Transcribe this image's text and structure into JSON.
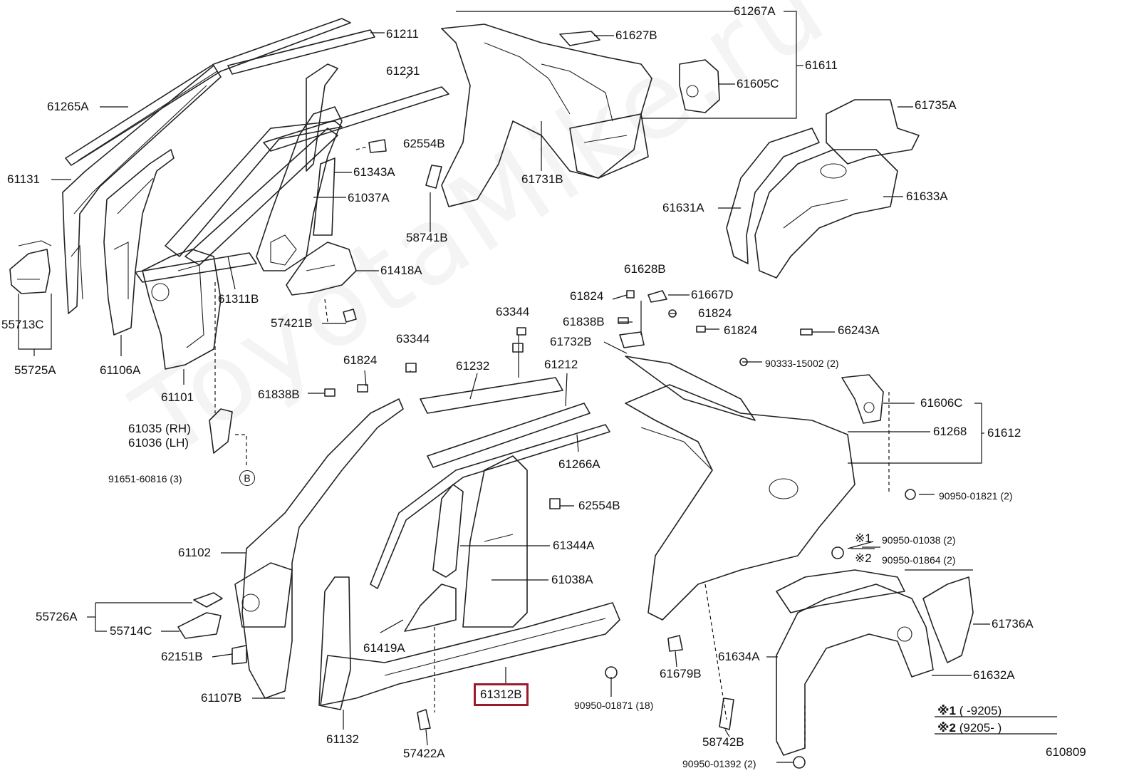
{
  "watermark": "ToyotaMike.ru",
  "labels": {
    "l61267A": "61267A",
    "l61211": "61211",
    "l61627B": "61627B",
    "l61611": "61611",
    "l61605C": "61605C",
    "l61735A": "61735A",
    "l61265A": "61265A",
    "l61231": "61231",
    "l62554B_top": "62554B",
    "l61131": "61131",
    "l61343A": "61343A",
    "l61037A": "61037A",
    "l61731B": "61731B",
    "l61633A": "61633A",
    "l61631A": "61631A",
    "l58741B": "58741B",
    "l61418A": "61418A",
    "l61311B": "61311B",
    "l57421B": "57421B",
    "l55713C": "55713C",
    "l55725A": "55725A",
    "l61106A": "61106A",
    "l61101": "61101",
    "l61628B": "61628B",
    "l61824_a": "61824",
    "l61667D": "61667D",
    "l63344_a": "63344",
    "l61838B_a": "61838B",
    "l61824_b": "61824",
    "l61732B": "61732B",
    "l61824_c": "61824",
    "l66243A": "66243A",
    "l63344_b": "63344",
    "l90333": "90333-15002 (2)",
    "l61824_d": "61824",
    "l61232": "61232",
    "l61212": "61212",
    "l61838B_b": "61838B",
    "l61606C": "61606C",
    "l61268": "61268",
    "l61612": "61612",
    "l61035": "61035 (RH)",
    "l61036": "61036 (LH)",
    "l61266A": "61266A",
    "l91651": "91651-60816 (3)",
    "lB": "B",
    "l90950_01821": "90950-01821 (2)",
    "l62554B_b": "62554B",
    "l90950_01038": "90950-01038 (2)",
    "lnote1": "※1",
    "l61102": "61102",
    "l61344A": "61344A",
    "l90950_01864": "90950-01864 (2)",
    "lnote2": "※2",
    "l61038A": "61038A",
    "l55726A": "55726A",
    "l55714C": "55714C",
    "l61736A": "61736A",
    "l61419A": "61419A",
    "l62151B": "62151B",
    "l61634A": "61634A",
    "l61679B": "61679B",
    "l61632A": "61632A",
    "l61312B": "61312B",
    "l61107B": "61107B",
    "l90950_01871": "90950-01871 (18)",
    "l61132": "61132",
    "l58742B": "58742B",
    "l57422A": "57422A",
    "l90950_01392": "90950-01392 (2)",
    "l610809": "610809"
  },
  "legend": {
    "note1_mark": "※1",
    "note1_range": "(      -9205)",
    "note2_mark": "※2",
    "note2_range": "(9205-      )"
  },
  "highlight_part": "61312B",
  "colors": {
    "highlight": "#9b1b2e",
    "ink": "#111111"
  }
}
